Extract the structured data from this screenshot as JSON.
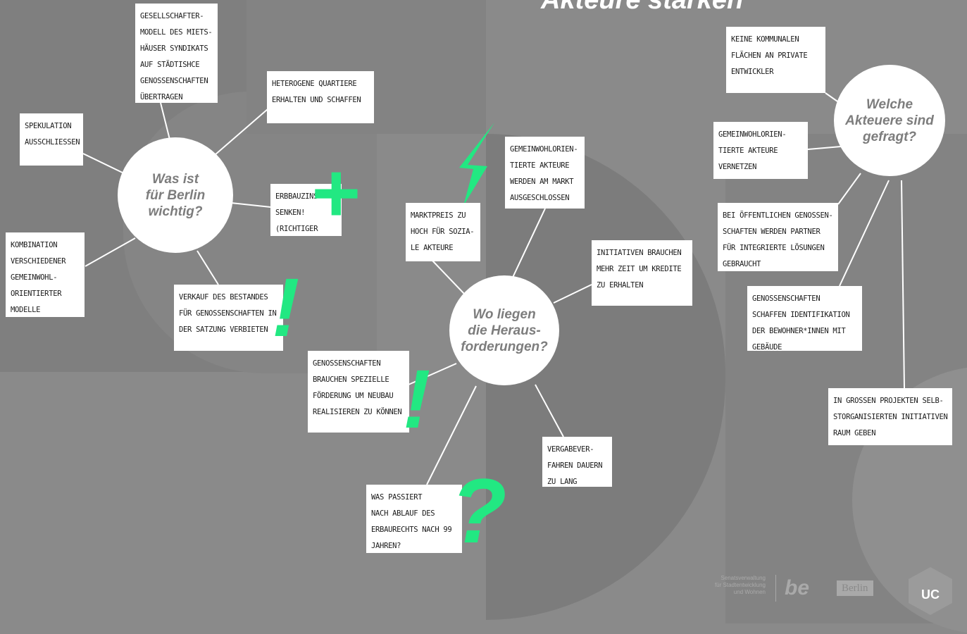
{
  "title": "Akteure stärken",
  "hubs": {
    "berlin": "Was ist\nfür Berlin\nwichtig?",
    "challenges": "Wo liegen\ndie Heraus-\nforderungen?",
    "actors": "Welche\nAkteuere sind\ngefragt?"
  },
  "notes": {
    "gesellschafter": "Gesellschafter-\nmodell des Miets-\nhäuser Syndikats\nauf städtishce\nGenossenschaften\nübertragen",
    "heterogene": "Heterogene Quartiere\nerhalten und schaffen",
    "spekulation": "Spekulation\nausschliessen",
    "erbbauzins": "Erbbauzins\nsenken!\n(richtiger Weg)",
    "kombination": "Kombination\nverschiedener\nGemeinwohl-\norientierter\nModelle",
    "verkauf": "Verkauf des Bestandes\nfür Genossenschaften in\nder Satzung verbieten",
    "marktpreis": "Marktpreis zu\nhoch für sozia-\nle Akteure",
    "gemeinwohl_markt": "Gemeinwohlorien-\ntierte Akteure\nwerden am Markt\nausgeschlossen",
    "initiativen_zeit": "Initiativen brauchen\nmehr Zeit um Kredite\nzu erhalten",
    "neubau": "Genossenschaften\nbrauchen spezielle\nFörderung um Neubau\nrealisieren zu können",
    "vergabe": "Vergabever-\nfahren dauern\nzu lang",
    "erbaurecht": "Was passiert\nnach Ablauf des\nErbaurechts nach 99\nJahren?",
    "keine_flaechen": "Keine kommunalen\nFlächen an private\nEntwickler",
    "vernetzen": "Gemeinwohlorien-\ntierte Akteure\nvernetzen",
    "partner": "Bei öffentlichen Genossen-\nschaften werden Partner\nfür integrierte Lösungen\ngebraucht",
    "identifikation": "Genossenschaften\nschaffen Identifikation\nder Bewohner*innen mit\nGebäude",
    "grossprojekte": "In grossen Projekten selb-\nstorganisierten Initiativen\nRaum geben"
  },
  "symbols": {
    "plus": "+",
    "exclaim": "!",
    "question": "?"
  },
  "logos": {
    "senate": "Senatsverwaltung\nfür Stadtentwicklung\nund Wohnen",
    "be": "be",
    "berlin": "Berlin",
    "uc": "UC"
  },
  "colors": {
    "background": "#8a8a8a",
    "accent_green": "#22e882",
    "note_bg": "#ffffff",
    "hub_text": "#7d7d7d"
  }
}
